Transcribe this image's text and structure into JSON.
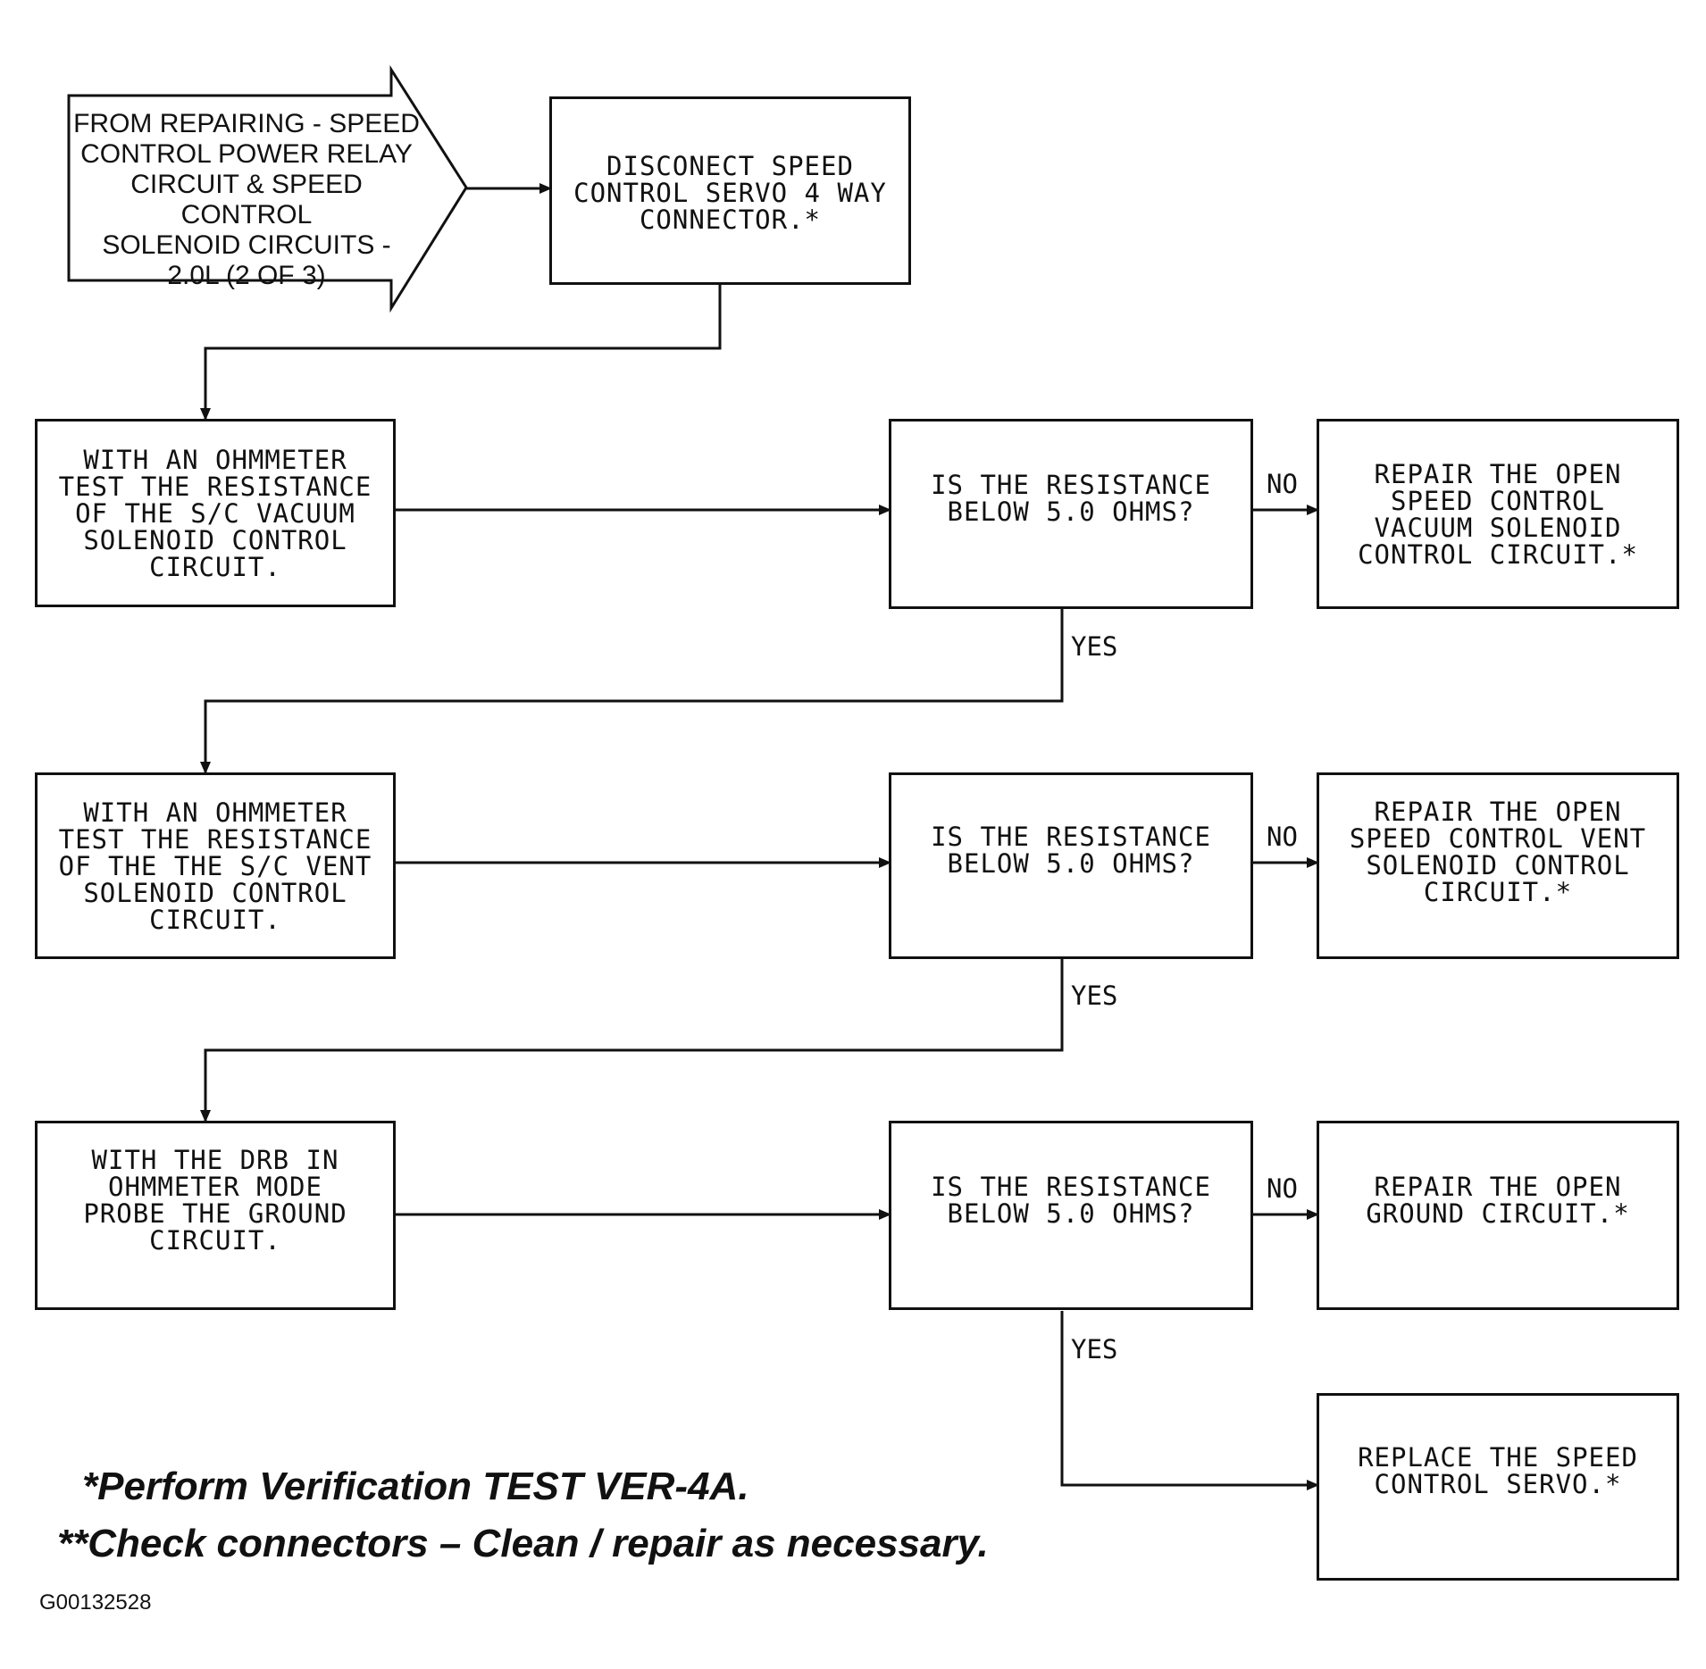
{
  "entry": {
    "text": "FROM REPAIRING - SPEED\nCONTROL POWER RELAY\nCIRCUIT & SPEED CONTROL\nSOLENOID CIRCUITS -\n2.0L (2 OF 3)"
  },
  "steps": {
    "disconnect": "DISCONECT SPEED\nCONTROL SERVO 4 WAY\nCONNECTOR.*",
    "test_vacuum": "WITH AN OHMMETER\nTEST THE RESISTANCE\nOF THE S/C VACUUM\nSOLENOID CONTROL\nCIRCUIT.",
    "test_vent": "WITH AN OHMMETER\nTEST THE RESISTANCE\nOF THE THE S/C VENT\nSOLENOID CONTROL\nCIRCUIT.",
    "test_ground": "WITH THE DRB IN\nOHMMETER MODE\nPROBE THE GROUND\nCIRCUIT."
  },
  "decisions": {
    "q1": "IS THE RESISTANCE\nBELOW 5.0 OHMS?",
    "q2": "IS THE RESISTANCE\nBELOW 5.0 OHMS?",
    "q3": "IS THE RESISTANCE\nBELOW 5.0 OHMS?"
  },
  "outcomes": {
    "repair_vacuum": "REPAIR THE OPEN\nSPEED CONTROL\nVACUUM SOLENOID\nCONTROL CIRCUIT.*",
    "repair_vent": "REPAIR THE OPEN\nSPEED CONTROL VENT\nSOLENOID CONTROL\nCIRCUIT.*",
    "repair_ground": "REPAIR THE OPEN\nGROUND CIRCUIT.*",
    "replace_servo": "REPLACE THE SPEED\nCONTROL SERVO.*"
  },
  "labels": {
    "no": "NO",
    "yes": "YES"
  },
  "notes": {
    "note1": "*Perform Verification TEST VER-4A.",
    "note2": "**Check connectors – Clean / repair as necessary."
  },
  "figure_id": "G00132528"
}
